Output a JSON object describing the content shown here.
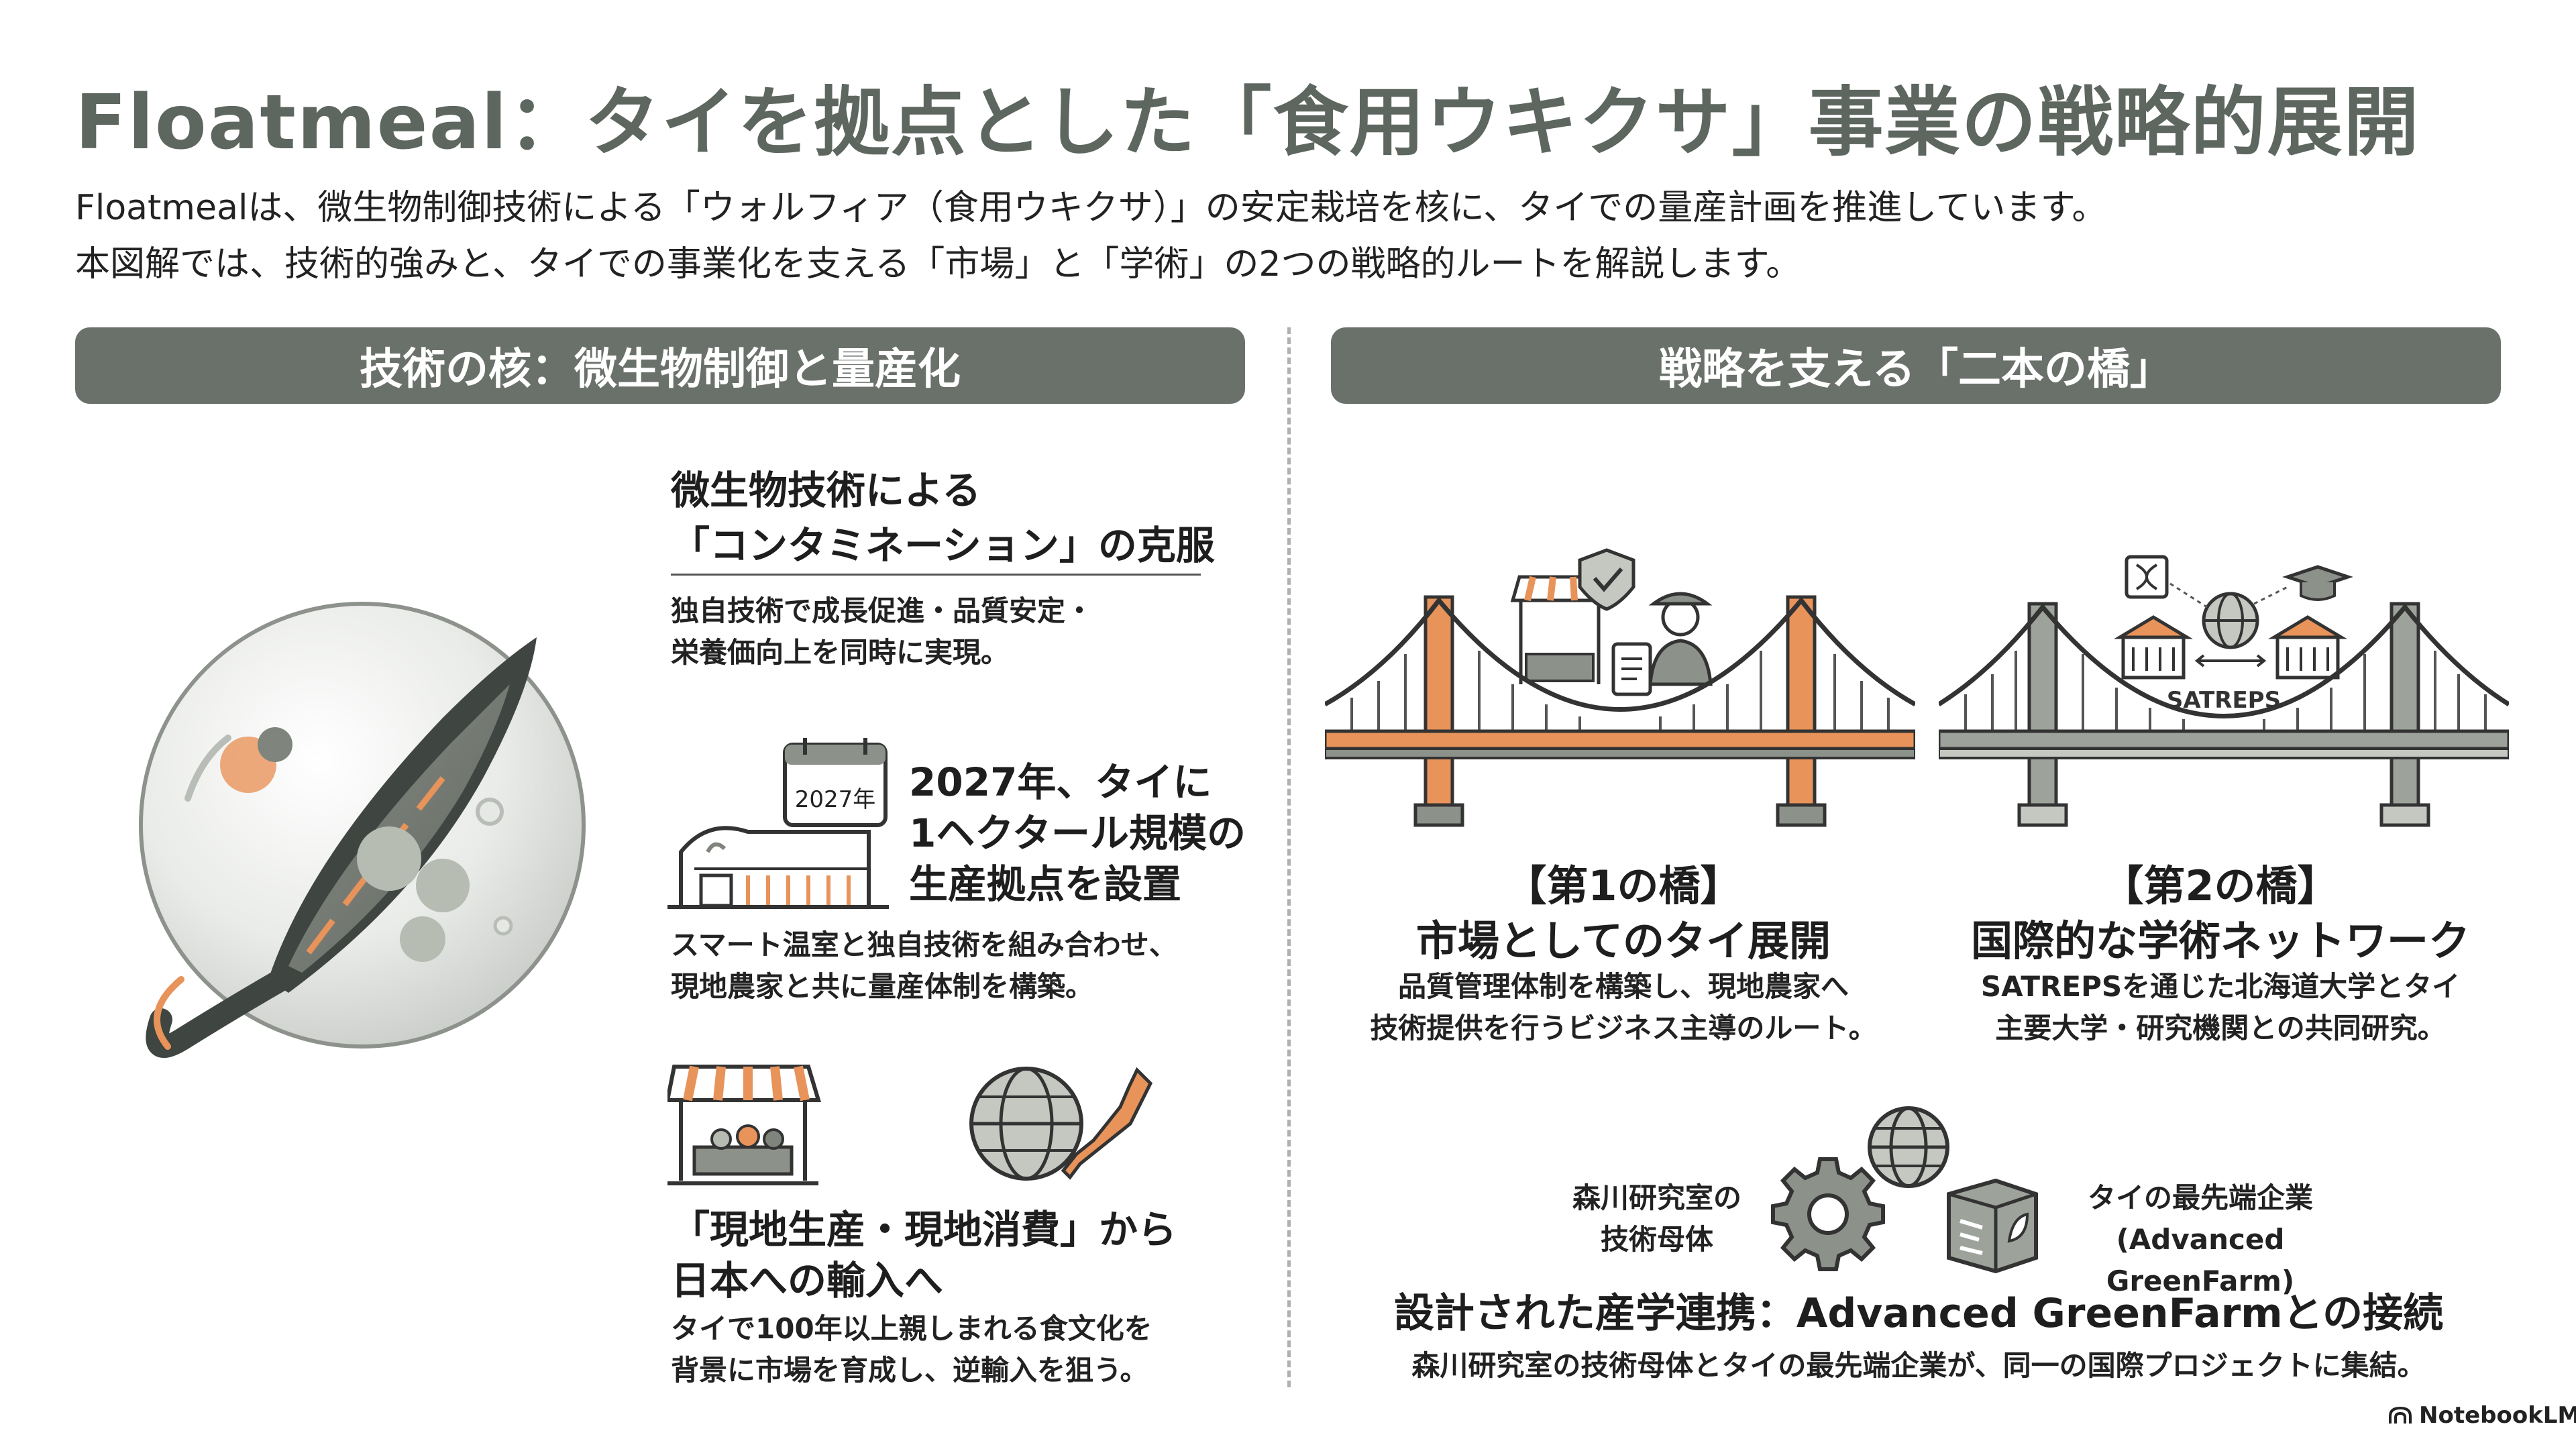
{
  "title": "Floatmeal：タイを拠点とした「食用ウキクサ」事業の戦略的展開",
  "intro": {
    "line1": "Floatmealは、微生物制御技術による「ウォルフィア（食用ウキクサ）」の安定栽培を核に、タイでの量産計画を推進しています。",
    "line2": "本図解では、技術的強みと、タイでの事業化を支える「市場」と「学術」の2つの戦略的ルートを解説します。"
  },
  "left_section": {
    "header": "技術の核：微生物制御と量産化",
    "block1": {
      "title_line1": "微生物技術による",
      "title_line2": "「コンタミネーション」の克服",
      "body_line1": "独自技術で成長促進・品質安定・",
      "body_line2": "栄養価向上を同時に実現。"
    },
    "block2": {
      "calendar_label": "2027年",
      "title_line1": "2027年、タイに",
      "title_line2": "1ヘクタール規模の",
      "title_line3": "生産拠点を設置",
      "body_line1": "スマート温室と独自技術を組み合わせ、",
      "body_line2": "現地農家と共に量産体制を構築。"
    },
    "block3": {
      "title_line1": "「現地生産・現地消費」から",
      "title_line2": "日本への輸入へ",
      "body_line1": "タイで100年以上親しまれる食文化を",
      "body_line2": "背景に市場を育成し、逆輸入を狙う。"
    }
  },
  "right_section": {
    "header": "戦略を支える「二本の橋」",
    "bridge1": {
      "label": "【第1の橋】",
      "title": "市場としてのタイ展開",
      "body_line1": "品質管理体制を構築し、現地農家へ",
      "body_line2": "技術提供を行うビジネス主導のルート。"
    },
    "bridge2": {
      "sign": "SATREPS",
      "label": "【第2の橋】",
      "title": "国際的な学術ネットワーク",
      "body_line1": "SATREPSを通じた北海道大学とタイ",
      "body_line2": "主要大学・研究機関との共同研究。"
    },
    "connection": {
      "left_label_line1": "森川研究室の",
      "left_label_line2": "技術母体",
      "right_label_line1": "タイの最先端企業",
      "right_label_line2": "(Advanced GreenFarm)",
      "title": "設計された産学連携：Advanced GreenFarmとの接続",
      "body": "森川研究室の技術母体とタイの最先端企業が、同一の国際プロジェクトに集結。"
    }
  },
  "footer": {
    "brand": "NotebookLM"
  },
  "colors": {
    "accent_orange": "#e8935a",
    "header_gray": "#6a716b",
    "title_gray": "#5e6660",
    "sage": "#9da39b",
    "dark_leaf": "#3f4540"
  }
}
